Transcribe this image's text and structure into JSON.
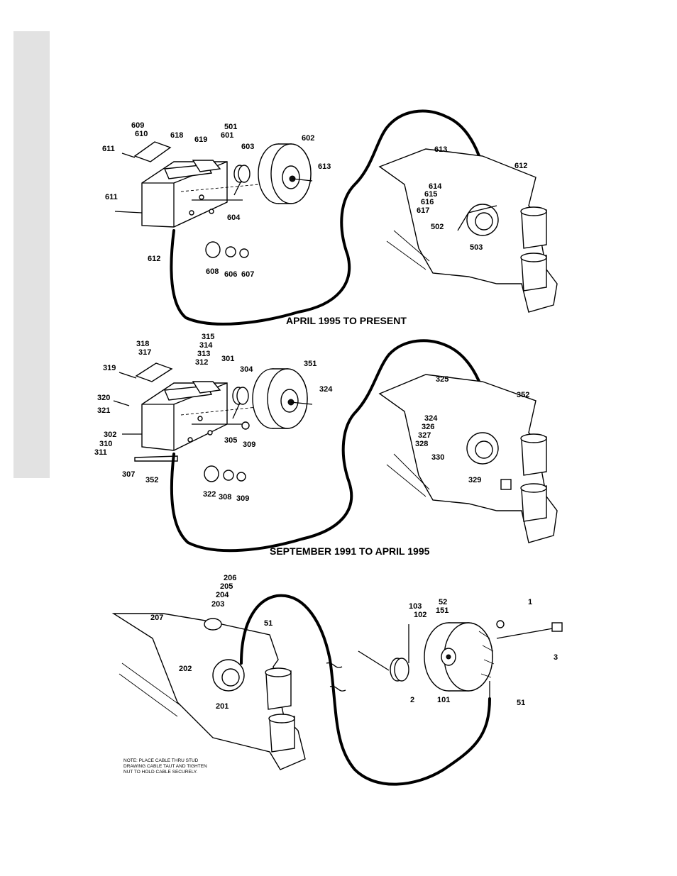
{
  "sections": [
    {
      "caption": "APRIL 1995 TO PRESENT",
      "callouts": [
        "609",
        "610",
        "618",
        "619",
        "501",
        "601",
        "602",
        "603",
        "613",
        "611",
        "611",
        "604",
        "612",
        "608",
        "606",
        "607",
        "613",
        "612",
        "614",
        "615",
        "616",
        "617",
        "502",
        "503"
      ]
    },
    {
      "caption": "SEPTEMBER 1991 TO APRIL 1995",
      "callouts": [
        "315",
        "314",
        "313",
        "312",
        "318",
        "317",
        "301",
        "304",
        "351",
        "319",
        "324",
        "320",
        "321",
        "302",
        "310",
        "311",
        "305",
        "309",
        "307",
        "352",
        "322",
        "308",
        "309",
        "325",
        "352",
        "324",
        "326",
        "327",
        "328",
        "330",
        "329"
      ]
    },
    {
      "caption": "",
      "callouts": [
        "206",
        "205",
        "204",
        "203",
        "207",
        "51",
        "202",
        "201",
        "103",
        "102",
        "52",
        "151",
        "1",
        "3",
        "2",
        "101",
        "51"
      ],
      "note": [
        "NOTE: PLACE CABLE THRU STUD",
        "DRAWING CABLE TAUT AND TIGHTEN",
        "NUT TO HOLD CABLE SECURELY."
      ]
    }
  ],
  "colors": {
    "sidebar": "#e2e2e2",
    "ink": "#000000",
    "paper": "#ffffff"
  }
}
